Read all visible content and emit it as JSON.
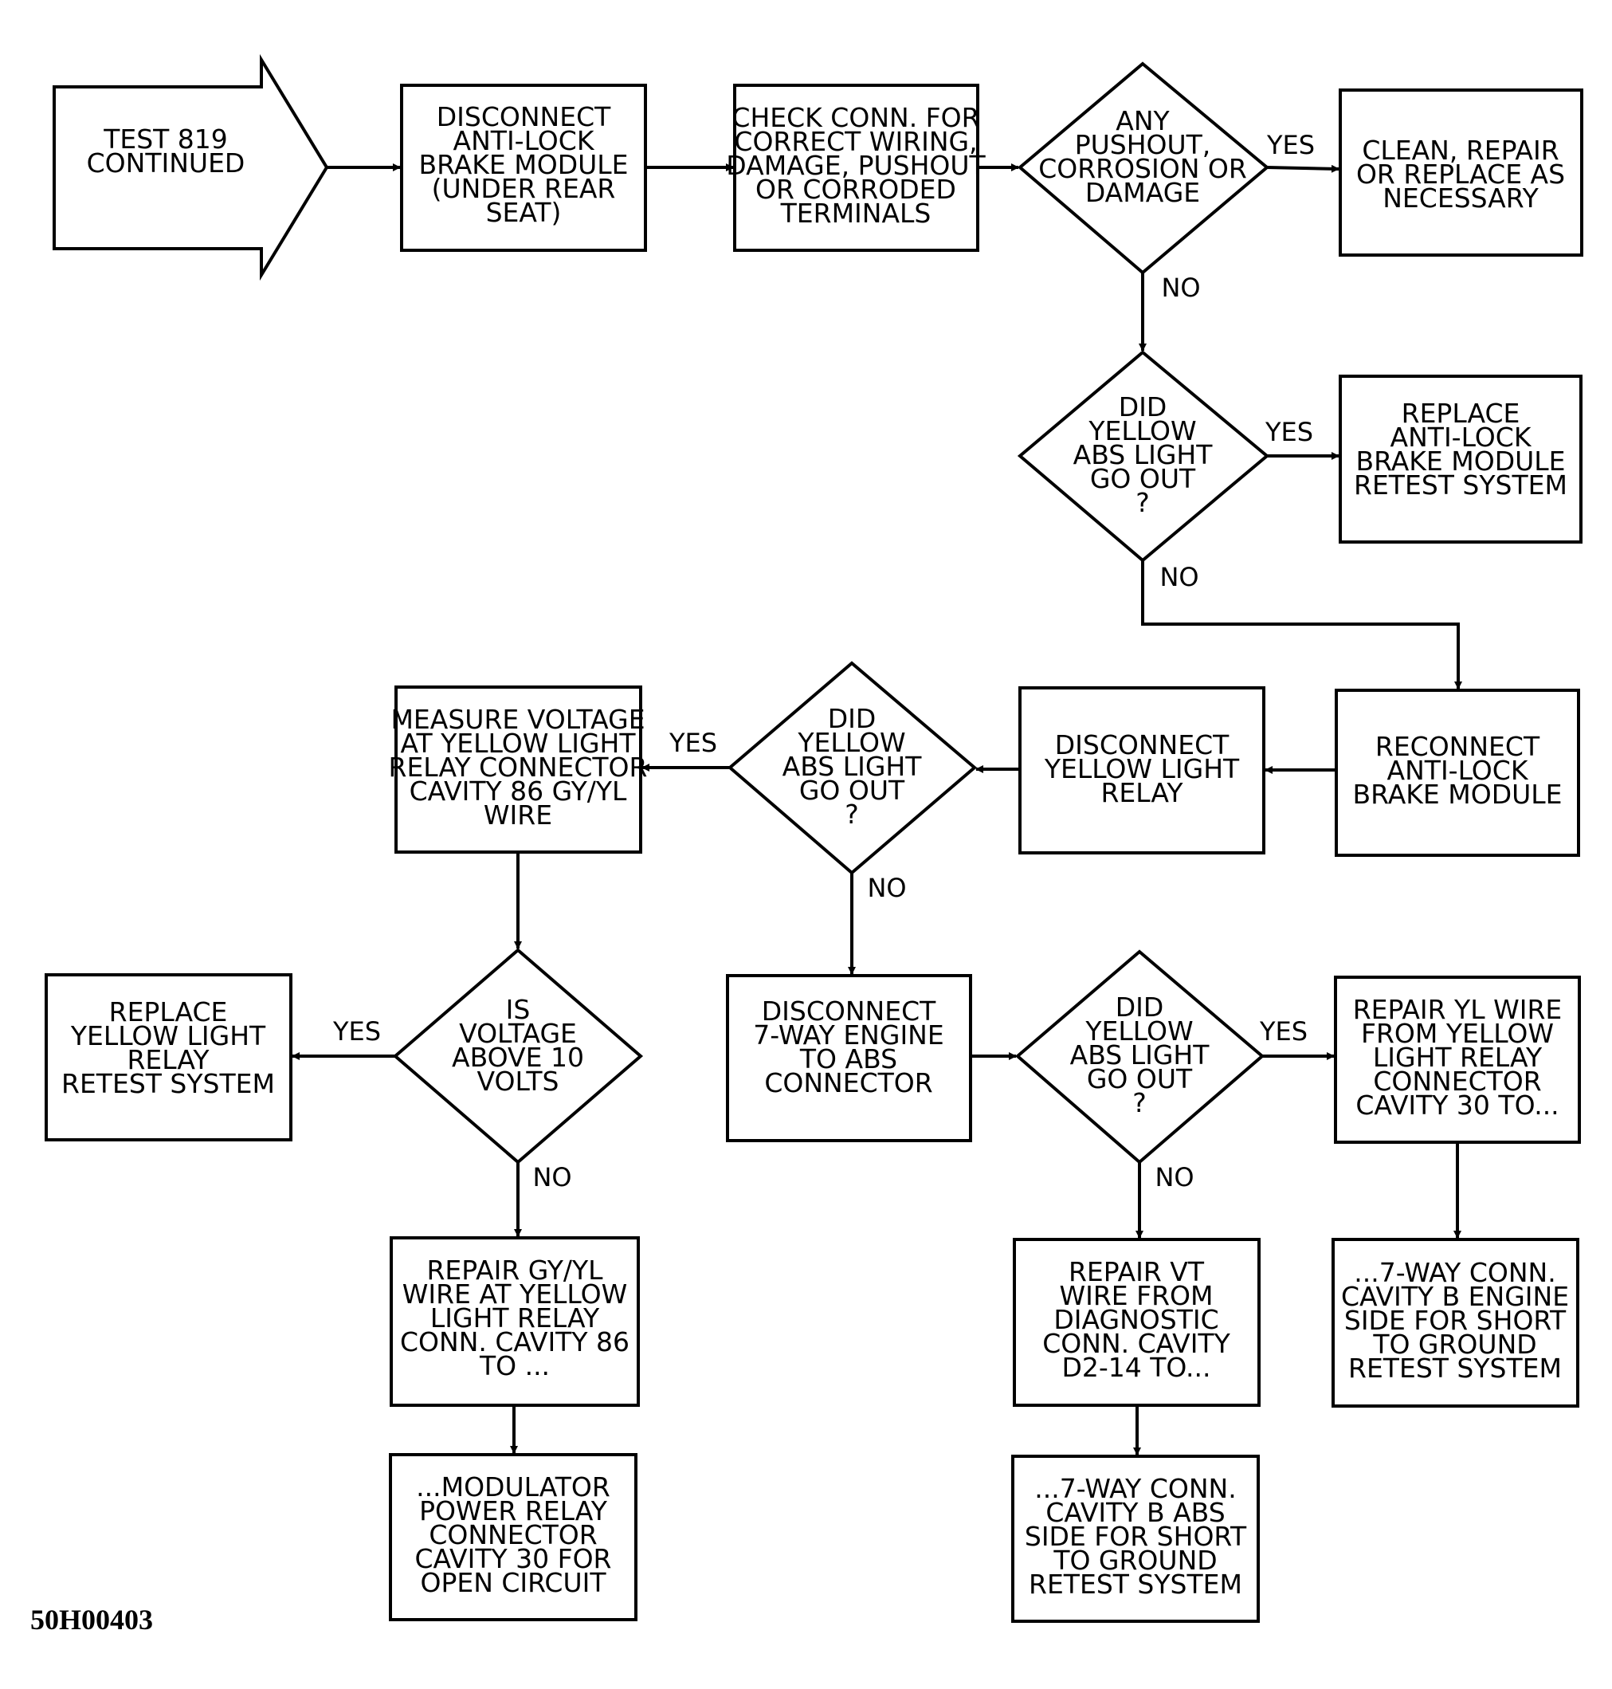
{
  "nodes": {
    "start": [
      "TEST 819",
      "CONTINUED"
    ],
    "disconnect_module": [
      "DISCONNECT",
      "ANTI-LOCK",
      "BRAKE MODULE",
      "(UNDER REAR",
      "SEAT)"
    ],
    "check_conn": [
      "CHECK CONN. FOR",
      "CORRECT WIRING,",
      "DAMAGE, PUSHOUT",
      "OR CORRODED",
      "TERMINALS"
    ],
    "any_pushout": [
      "ANY",
      "PUSHOUT,",
      "CORROSION OR",
      "DAMAGE"
    ],
    "clean_repair": [
      "CLEAN, REPAIR",
      "OR REPLACE AS",
      "NECESSARY"
    ],
    "did_light_1": [
      "DID",
      "YELLOW",
      "ABS LIGHT",
      "GO OUT",
      "?"
    ],
    "replace_module": [
      "REPLACE",
      "ANTI-LOCK",
      "BRAKE MODULE",
      "RETEST SYSTEM"
    ],
    "reconnect_module": [
      "RECONNECT",
      "ANTI-LOCK",
      "BRAKE MODULE"
    ],
    "disconnect_relay": [
      "DISCONNECT",
      "YELLOW LIGHT",
      "RELAY"
    ],
    "did_light_2": [
      "DID",
      "YELLOW",
      "ABS LIGHT",
      "GO OUT",
      "?"
    ],
    "measure_voltage": [
      "MEASURE VOLTAGE",
      "AT YELLOW LIGHT",
      "RELAY CONNECTOR",
      "CAVITY 86 GY/YL",
      "WIRE"
    ],
    "is_voltage": [
      "IS",
      "VOLTAGE",
      "ABOVE 10",
      "VOLTS"
    ],
    "replace_relay": [
      "REPLACE",
      "YELLOW LIGHT",
      "RELAY",
      "RETEST SYSTEM"
    ],
    "repair_gy_yl": [
      "REPAIR GY/YL",
      "WIRE AT YELLOW",
      "LIGHT RELAY",
      "CONN. CAVITY 86",
      "TO ..."
    ],
    "modulator": [
      "...MODULATOR",
      "POWER RELAY",
      "CONNECTOR",
      "CAVITY 30 FOR",
      "OPEN CIRCUIT"
    ],
    "disconnect_7way": [
      "DISCONNECT",
      "7-WAY ENGINE",
      "TO ABS",
      "CONNECTOR"
    ],
    "did_light_3": [
      "DID",
      "YELLOW",
      "ABS LIGHT",
      "GO OUT",
      "?"
    ],
    "repair_yl": [
      "REPAIR YL WIRE",
      "FROM YELLOW",
      "LIGHT RELAY",
      "CONNECTOR",
      "CAVITY 30 TO..."
    ],
    "seven_way_engine": [
      "...7-WAY CONN.",
      "CAVITY B ENGINE",
      "SIDE FOR SHORT",
      "TO GROUND",
      "RETEST SYSTEM"
    ],
    "repair_vt": [
      "REPAIR VT",
      "WIRE FROM",
      "DIAGNOSTIC",
      "CONN. CAVITY",
      "D2-14 TO..."
    ],
    "seven_way_abs": [
      "...7-WAY CONN.",
      "CAVITY B ABS",
      "SIDE FOR SHORT",
      "TO GROUND",
      "RETEST SYSTEM"
    ]
  },
  "edge_labels": {
    "yes": "YES",
    "no": "NO"
  },
  "figure_code": "50H00403"
}
